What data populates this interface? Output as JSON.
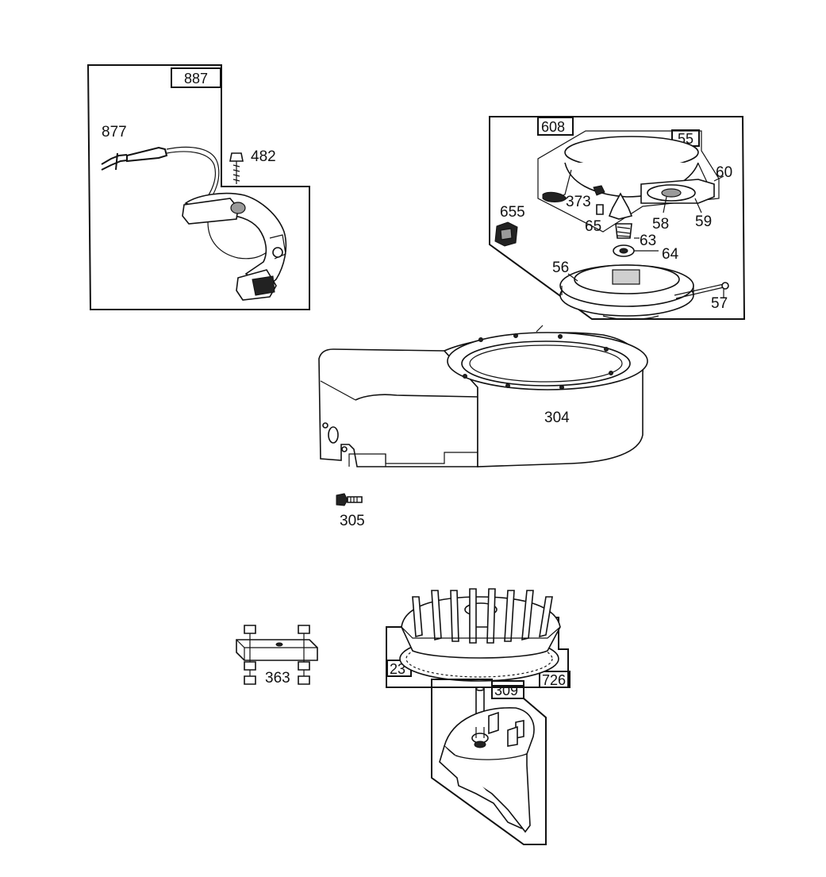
{
  "diagram": {
    "colors": {
      "ink": "#111111",
      "paper": "#ffffff",
      "shade": "#9a9a9a"
    },
    "boxes": {
      "ignition": "887",
      "starter": "608",
      "starter_housing": "55",
      "flywheel": "23",
      "ring_gear": "726",
      "cylinder": "309"
    },
    "labels": {
      "armature_lead": "877",
      "armature_screw": "482",
      "nut": "373",
      "grommet": "655",
      "screw": "65",
      "spring": "63",
      "washer": "64",
      "pulley": "56",
      "rope_handle": "57",
      "rope_retainer": "58",
      "spring_cup": "59",
      "handle": "60",
      "blower_housing": "304",
      "housing_screw": "305",
      "bracket": "363"
    }
  }
}
